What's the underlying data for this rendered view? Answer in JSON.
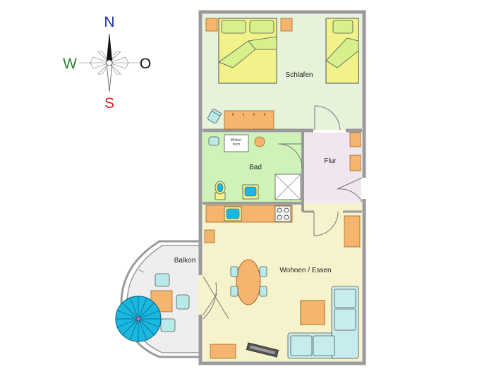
{
  "compass": {
    "north": "N",
    "south": "S",
    "west": "W",
    "east": "O",
    "colors": {
      "north": "#1e2fb0",
      "south": "#d01e1e",
      "west": "#2e7d32",
      "east": "#111111"
    }
  },
  "rooms": {
    "schlafen": "Schlafen",
    "bad": "Bad",
    "flur": "Flur",
    "wohnen": "Wohnen / Essen",
    "balkon": "Balkon"
  },
  "furniture": {
    "wickeltisch_line1": "Wickel-",
    "wickeltisch_line2": "tisch"
  },
  "colors": {
    "schlafen": "#e6f2d9",
    "bad": "#cff2b8",
    "flur": "#f2e6ee",
    "wohnen": "#f6f2cc",
    "balkon": "#eeeeee",
    "wall": "#9a9a9a",
    "cabinet": "#f5b56e",
    "bed": "#f2f28a",
    "pillow": "#d6f08c",
    "chair": "#b8eaea",
    "sofa": "#c6ecec",
    "umbrella": "#1ab8e0"
  }
}
